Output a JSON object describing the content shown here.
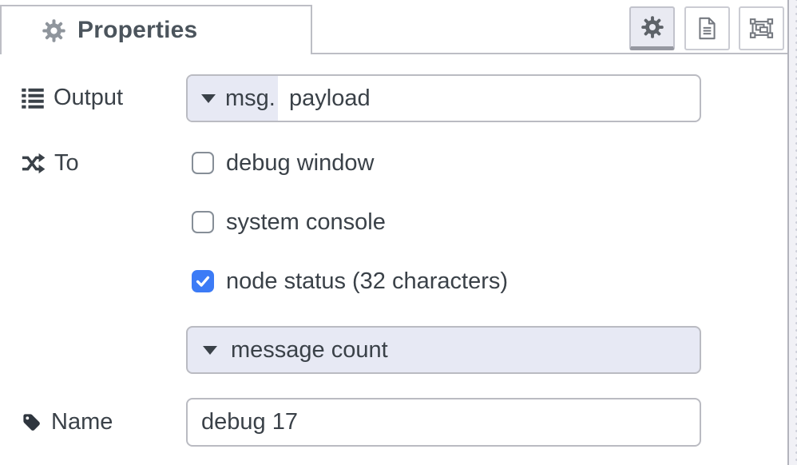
{
  "header": {
    "tab_label": "Properties",
    "toolbar_buttons": [
      {
        "id": "properties",
        "icon": "gear-icon",
        "active": true
      },
      {
        "id": "description",
        "icon": "document-icon",
        "active": false
      },
      {
        "id": "appearance",
        "icon": "object-group-icon",
        "active": false
      }
    ]
  },
  "form": {
    "output": {
      "label": "Output",
      "icon": "list-icon",
      "prop_type": "msg.",
      "value": "payload"
    },
    "to": {
      "label": "To",
      "icon": "shuffle-icon",
      "options": [
        {
          "label": "debug window",
          "checked": false
        },
        {
          "label": "system console",
          "checked": false
        },
        {
          "label": "node status (32 characters)",
          "checked": true
        }
      ]
    },
    "status_type": {
      "value": "message count"
    },
    "name": {
      "label": "Name",
      "icon": "tag-icon",
      "value": "debug 17"
    }
  },
  "colors": {
    "accent_lavender": "#e7e9f4",
    "checkbox_checked_blue": "#3c7bf6",
    "border_gray": "#babbc2",
    "text_dark": "#3a4148",
    "header_text": "#4b545c"
  }
}
